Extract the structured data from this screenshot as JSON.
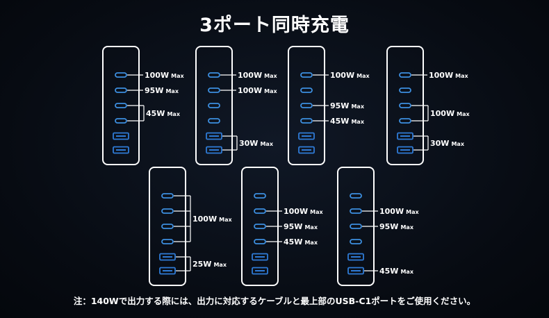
{
  "title": "3ポート同時充電",
  "note": "注：140Wで出力する際には、出力に対応するケーブルと最上部のUSB-C1ポートをご使用ください。",
  "colors": {
    "background": "#070b12",
    "charger_outline": "#ffffff",
    "usb_c_port": "#3d8fe0",
    "usb_a_port": "#2f7bd6",
    "label": "#ffffff"
  },
  "ports": [
    "USB-C1",
    "USB-C2",
    "USB-C3",
    "USB-C4",
    "USB-A1",
    "USB-A2"
  ],
  "configs": [
    {
      "id": "config-1",
      "labels": [
        {
          "text": "100W",
          "unit": "Max",
          "ports": [
            1
          ]
        },
        {
          "text": "95W",
          "unit": "Max",
          "ports": [
            2
          ]
        },
        {
          "text": "45W",
          "unit": "Max",
          "ports": [
            3,
            4
          ]
        }
      ]
    },
    {
      "id": "config-2",
      "labels": [
        {
          "text": "100W",
          "unit": "Max",
          "ports": [
            1
          ]
        },
        {
          "text": "100W",
          "unit": "Max",
          "ports": [
            2
          ]
        },
        {
          "text": "30W",
          "unit": "Max",
          "ports": [
            5,
            6
          ]
        }
      ]
    },
    {
      "id": "config-3",
      "labels": [
        {
          "text": "100W",
          "unit": "Max",
          "ports": [
            1
          ]
        },
        {
          "text": "95W",
          "unit": "Max",
          "ports": [
            3
          ]
        },
        {
          "text": "45W",
          "unit": "Max",
          "ports": [
            4
          ]
        }
      ]
    },
    {
      "id": "config-4",
      "labels": [
        {
          "text": "100W",
          "unit": "Max",
          "ports": [
            1
          ]
        },
        {
          "text": "100W",
          "unit": "Max",
          "ports": [
            3,
            4
          ]
        },
        {
          "text": "30W",
          "unit": "Max",
          "ports": [
            5,
            6
          ]
        }
      ]
    },
    {
      "id": "config-5",
      "labels": [
        {
          "text": "100W",
          "unit": "Max",
          "ports": [
            1,
            2,
            3,
            4
          ]
        },
        {
          "text": "25W",
          "unit": "Max",
          "ports": [
            5,
            6
          ]
        }
      ]
    },
    {
      "id": "config-6",
      "labels": [
        {
          "text": "100W",
          "unit": "Max",
          "ports": [
            2
          ]
        },
        {
          "text": "95W",
          "unit": "Max",
          "ports": [
            3
          ]
        },
        {
          "text": "45W",
          "unit": "Max",
          "ports": [
            4
          ]
        }
      ]
    },
    {
      "id": "config-7",
      "labels": [
        {
          "text": "100W",
          "unit": "Max",
          "ports": [
            2
          ]
        },
        {
          "text": "95W",
          "unit": "Max",
          "ports": [
            3
          ]
        },
        {
          "text": "45W",
          "unit": "Max",
          "ports": [
            6
          ]
        }
      ]
    }
  ]
}
